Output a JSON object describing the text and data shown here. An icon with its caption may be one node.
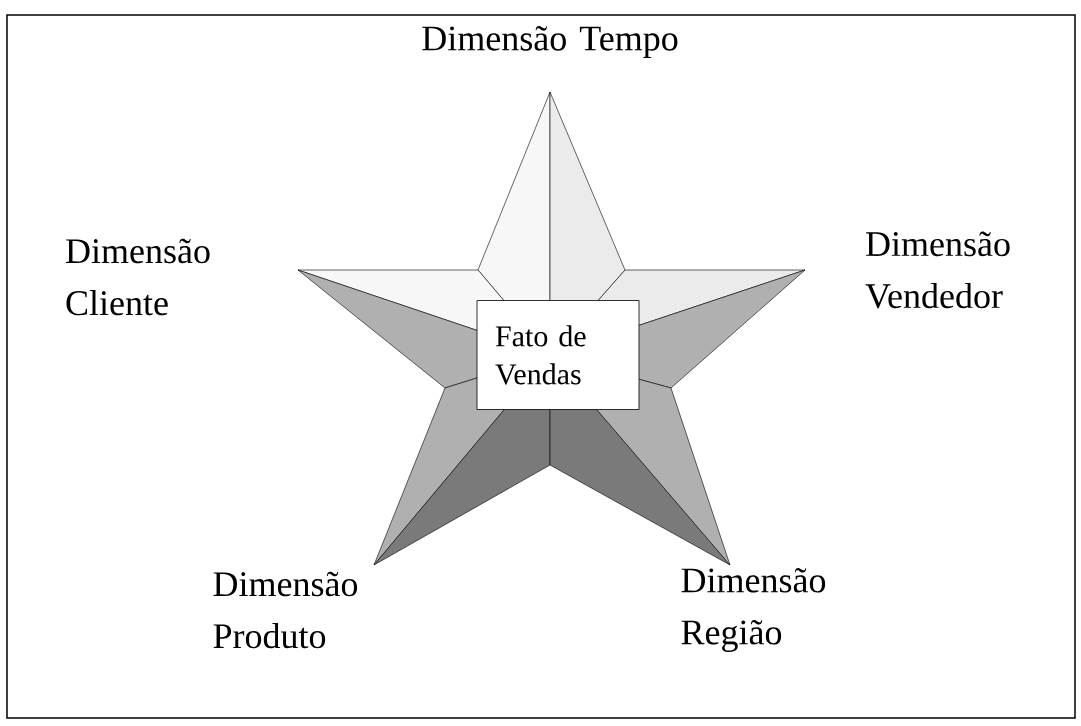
{
  "diagram": {
    "nodes": [
      {
        "text": [
          "Fato de Vendas"
        ]
      }
    ],
    "labels": [
      "Dimensão Tempo",
      "Dimensão Cliente",
      "Dimensão Vendedor",
      "Dimensão Produto",
      "Dimensão Região"
    ]
  }
}
